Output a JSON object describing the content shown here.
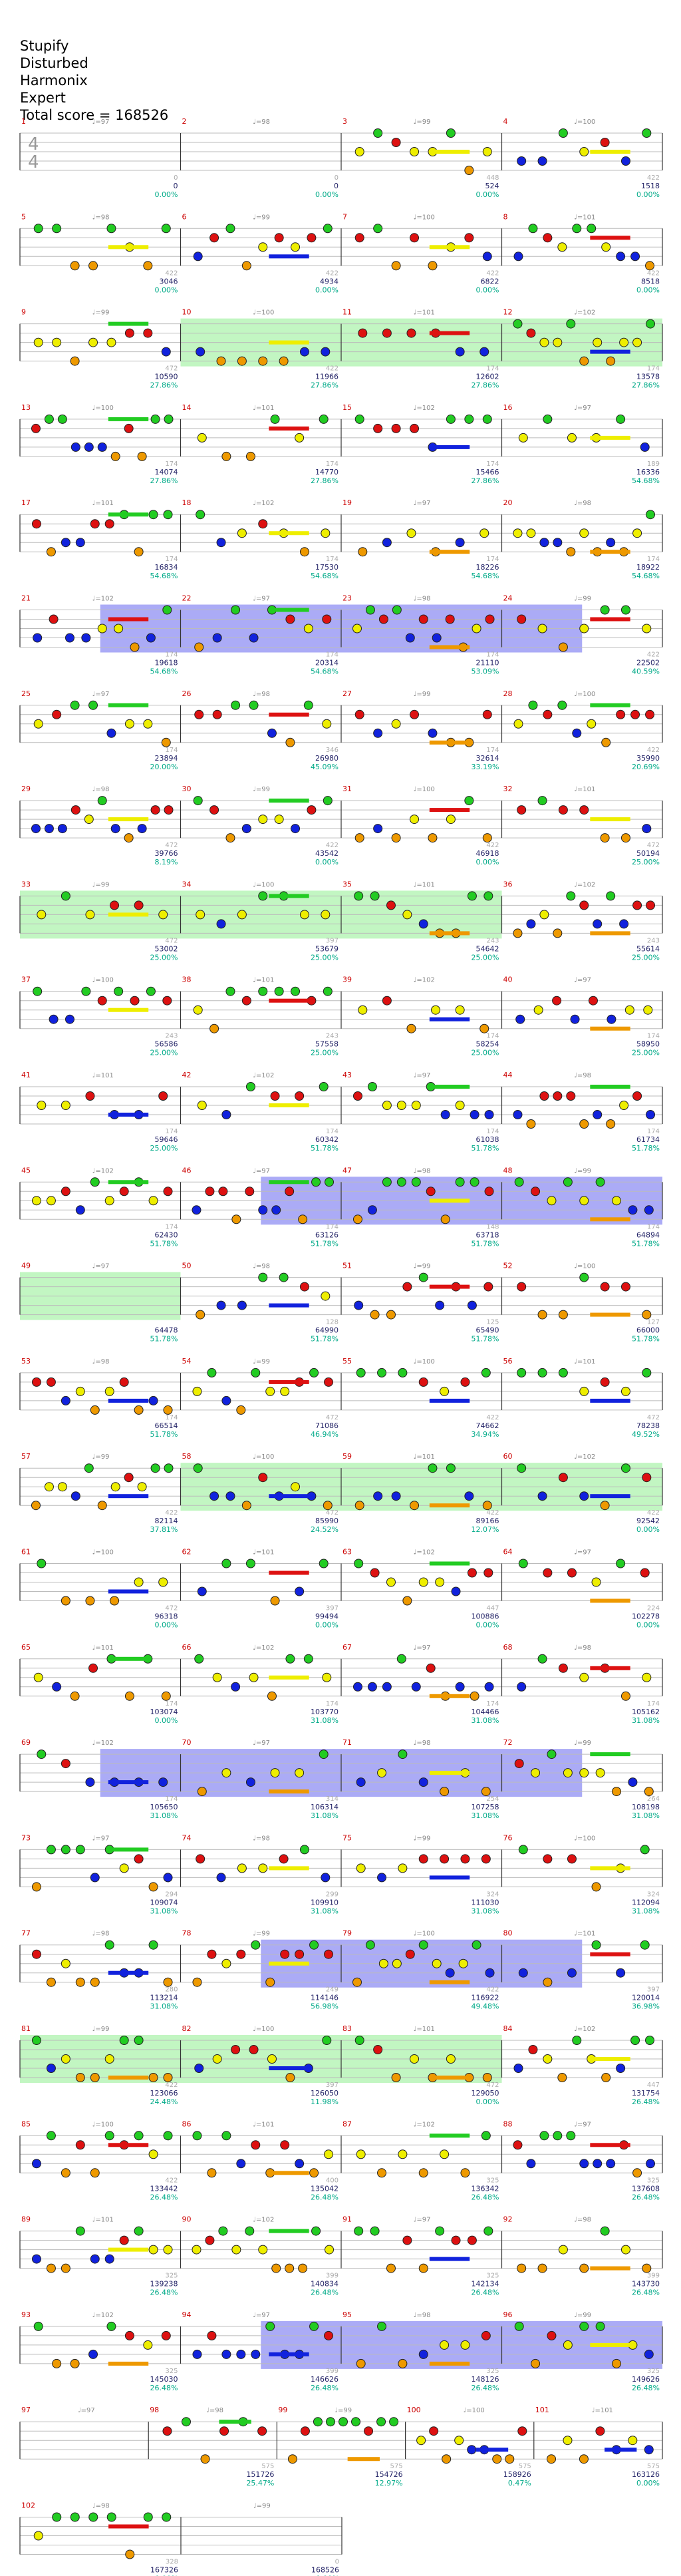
{
  "song": {
    "title": "Stupify",
    "artist": "Disturbed",
    "charter": "Harmonix",
    "difficulty": "Expert",
    "total_score_label": "Total score = 168526"
  },
  "time_signature": [
    "4",
    "4"
  ],
  "colors": {
    "green": "#22cc22",
    "red": "#dd1111",
    "yellow": "#eeee00",
    "blue": "#1122dd",
    "orange": "#ee9900",
    "star_power_phrase": "#90ee90",
    "overdrive_activation": "#6666ee",
    "measure_number": "#cc0000",
    "score_text": "#222266",
    "percent_text": "#00aa88",
    "tempo_text": "#888888"
  },
  "chart_data": {
    "type": "table",
    "rows": [
      {
        "bars": [
          {
            "n": "1",
            "sub": "0",
            "score": "0",
            "pct": "0.00%"
          },
          {
            "n": "2",
            "sub": "0",
            "score": "0",
            "pct": "0.00%"
          },
          {
            "n": "3",
            "sub": "448",
            "score": "524",
            "pct": "0.00%"
          },
          {
            "n": "4",
            "sub": "422",
            "score": "1518",
            "pct": "0.00%"
          }
        ]
      },
      {
        "bars": [
          {
            "n": "5",
            "sub": "422",
            "score": "3046",
            "pct": "0.00%"
          },
          {
            "n": "6",
            "sub": "422",
            "score": "4934",
            "pct": "0.00%"
          },
          {
            "n": "7",
            "sub": "422",
            "score": "6822",
            "pct": "0.00%"
          },
          {
            "n": "8",
            "sub": "422",
            "score": "8518",
            "pct": "0.00%"
          }
        ]
      },
      {
        "bars": [
          {
            "n": "9",
            "sub": "472",
            "score": "10590",
            "pct": "27.86%"
          },
          {
            "n": "10",
            "sub": "422",
            "score": "11966",
            "pct": "27.86%"
          },
          {
            "n": "11",
            "sub": "174",
            "score": "12602",
            "pct": "27.86%"
          },
          {
            "n": "12",
            "sub": "174",
            "score": "13578",
            "pct": "27.86%"
          }
        ]
      },
      {
        "bars": [
          {
            "n": "13",
            "sub": "174",
            "score": "14074",
            "pct": "27.86%"
          },
          {
            "n": "14",
            "sub": "174",
            "score": "14770",
            "pct": "27.86%"
          },
          {
            "n": "15",
            "sub": "174",
            "score": "15466",
            "pct": "27.86%"
          },
          {
            "n": "16",
            "sub": "189",
            "score": "16336",
            "pct": "54.68%"
          }
        ]
      },
      {
        "bars": [
          {
            "n": "17",
            "sub": "174",
            "score": "16834",
            "pct": "54.68%"
          },
          {
            "n": "18",
            "sub": "174",
            "score": "17530",
            "pct": "54.68%"
          },
          {
            "n": "19",
            "sub": "174",
            "score": "18226",
            "pct": "54.68%"
          },
          {
            "n": "20",
            "sub": "174",
            "score": "18922",
            "pct": "54.68%"
          }
        ]
      },
      {
        "bars": [
          {
            "n": "21",
            "sub": "174",
            "score": "19618",
            "pct": "54.68%"
          },
          {
            "n": "22",
            "sub": "174",
            "score": "20314",
            "pct": "54.68%"
          },
          {
            "n": "23",
            "sub": "174",
            "score": "21110",
            "pct": "53.09%"
          },
          {
            "n": "24",
            "sub": "422",
            "score": "22502",
            "pct": "40.59%"
          }
        ]
      },
      {
        "bars": [
          {
            "n": "25",
            "sub": "174",
            "score": "23894",
            "pct": "20.00%"
          },
          {
            "n": "26",
            "sub": "346",
            "score": "26980",
            "pct": "45.09%"
          },
          {
            "n": "27",
            "sub": "174",
            "score": "32614",
            "pct": "33.19%"
          },
          {
            "n": "28",
            "sub": "422",
            "score": "35990",
            "pct": "20.69%"
          }
        ]
      },
      {
        "bars": [
          {
            "n": "29",
            "sub": "472",
            "score": "39766",
            "pct": "8.19%"
          },
          {
            "n": "30",
            "sub": "422",
            "score": "43542",
            "pct": "0.00%"
          },
          {
            "n": "31",
            "sub": "422",
            "score": "46918",
            "pct": "0.00%"
          },
          {
            "n": "32",
            "sub": "472",
            "score": "50194",
            "pct": "25.00%"
          }
        ]
      },
      {
        "bars": [
          {
            "n": "33",
            "sub": "472",
            "score": "53002",
            "pct": "25.00%"
          },
          {
            "n": "34",
            "sub": "397",
            "score": "53679",
            "pct": "25.00%"
          },
          {
            "n": "35",
            "sub": "243",
            "score": "54642",
            "pct": "25.00%"
          },
          {
            "n": "36",
            "sub": "243",
            "score": "55614",
            "pct": "25.00%"
          }
        ]
      },
      {
        "bars": [
          {
            "n": "37",
            "sub": "243",
            "score": "56586",
            "pct": "25.00%"
          },
          {
            "n": "38",
            "sub": "243",
            "score": "57558",
            "pct": "25.00%"
          },
          {
            "n": "39",
            "sub": "174",
            "score": "58254",
            "pct": "25.00%"
          },
          {
            "n": "40",
            "sub": "174",
            "score": "58950",
            "pct": "25.00%"
          }
        ]
      },
      {
        "bars": [
          {
            "n": "41",
            "sub": "174",
            "score": "59646",
            "pct": "25.00%"
          },
          {
            "n": "42",
            "sub": "174",
            "score": "60342",
            "pct": "51.78%"
          },
          {
            "n": "43",
            "sub": "174",
            "score": "61038",
            "pct": "51.78%"
          },
          {
            "n": "44",
            "sub": "174",
            "score": "61734",
            "pct": "51.78%"
          }
        ]
      },
      {
        "bars": [
          {
            "n": "45",
            "sub": "174",
            "score": "62430",
            "pct": "51.78%"
          },
          {
            "n": "46",
            "sub": "174",
            "score": "63126",
            "pct": "51.78%"
          },
          {
            "n": "47",
            "sub": "148",
            "score": "63718",
            "pct": "51.78%"
          },
          {
            "n": "48",
            "sub": "174",
            "score": "64894",
            "pct": "51.78%"
          }
        ]
      },
      {
        "bars": [
          {
            "n": "49",
            "sub": "",
            "score": "64478",
            "pct": "51.78%"
          },
          {
            "n": "50",
            "sub": "128",
            "score": "64990",
            "pct": "51.78%"
          },
          {
            "n": "51",
            "sub": "125",
            "score": "65490",
            "pct": "51.78%"
          },
          {
            "n": "52",
            "sub": "127",
            "score": "66000",
            "pct": "51.78%"
          }
        ]
      },
      {
        "bars": [
          {
            "n": "53",
            "sub": "174",
            "score": "66514",
            "pct": "51.78%"
          },
          {
            "n": "54",
            "sub": "472",
            "score": "71086",
            "pct": "46.94%"
          },
          {
            "n": "55",
            "sub": "422",
            "score": "74662",
            "pct": "34.94%"
          },
          {
            "n": "56",
            "sub": "472",
            "score": "78238",
            "pct": "49.52%"
          }
        ]
      },
      {
        "bars": [
          {
            "n": "57",
            "sub": "422",
            "score": "82114",
            "pct": "37.81%"
          },
          {
            "n": "58",
            "sub": "472",
            "score": "85990",
            "pct": "24.52%"
          },
          {
            "n": "59",
            "sub": "422",
            "score": "89166",
            "pct": "12.07%"
          },
          {
            "n": "60",
            "sub": "422",
            "score": "92542",
            "pct": "0.00%"
          }
        ]
      },
      {
        "bars": [
          {
            "n": "61",
            "sub": "472",
            "score": "96318",
            "pct": "0.00%"
          },
          {
            "n": "62",
            "sub": "397",
            "score": "99494",
            "pct": "0.00%"
          },
          {
            "n": "63",
            "sub": "447",
            "score": "100886",
            "pct": "0.00%"
          },
          {
            "n": "64",
            "sub": "224",
            "score": "102278",
            "pct": "0.00%"
          }
        ]
      },
      {
        "bars": [
          {
            "n": "65",
            "sub": "174",
            "score": "103074",
            "pct": "0.00%"
          },
          {
            "n": "66",
            "sub": "174",
            "score": "103770",
            "pct": "31.08%"
          },
          {
            "n": "67",
            "sub": "174",
            "score": "104466",
            "pct": "31.08%"
          },
          {
            "n": "68",
            "sub": "174",
            "score": "105162",
            "pct": "31.08%"
          }
        ]
      },
      {
        "bars": [
          {
            "n": "69",
            "sub": "174",
            "score": "105650",
            "pct": "31.08%"
          },
          {
            "n": "70",
            "sub": "314",
            "score": "106314",
            "pct": "31.08%"
          },
          {
            "n": "71",
            "sub": "254",
            "score": "107258",
            "pct": "31.08%"
          },
          {
            "n": "72",
            "sub": "264",
            "score": "108198",
            "pct": "31.08%"
          }
        ]
      },
      {
        "bars": [
          {
            "n": "73",
            "sub": "294",
            "score": "109074",
            "pct": "31.08%"
          },
          {
            "n": "74",
            "sub": "299",
            "score": "109910",
            "pct": "31.08%"
          },
          {
            "n": "75",
            "sub": "324",
            "score": "111030",
            "pct": "31.08%"
          },
          {
            "n": "76",
            "sub": "324",
            "score": "112094",
            "pct": "31.08%"
          }
        ]
      },
      {
        "bars": [
          {
            "n": "77",
            "sub": "280",
            "score": "113214",
            "pct": "31.08%"
          },
          {
            "n": "78",
            "sub": "249",
            "score": "114146",
            "pct": "56.98%"
          },
          {
            "n": "79",
            "sub": "422",
            "score": "116922",
            "pct": "49.48%"
          },
          {
            "n": "80",
            "sub": "397",
            "score": "120014",
            "pct": "36.98%"
          }
        ]
      },
      {
        "bars": [
          {
            "n": "81",
            "sub": "422",
            "score": "123066",
            "pct": "24.48%"
          },
          {
            "n": "82",
            "sub": "397",
            "score": "126050",
            "pct": "11.98%"
          },
          {
            "n": "83",
            "sub": "472",
            "score": "129050",
            "pct": "0.00%"
          },
          {
            "n": "84",
            "sub": "447",
            "score": "131754",
            "pct": "26.48%"
          }
        ]
      },
      {
        "bars": [
          {
            "n": "85",
            "sub": "422",
            "score": "133442",
            "pct": "26.48%"
          },
          {
            "n": "86",
            "sub": "400",
            "score": "135042",
            "pct": "26.48%"
          },
          {
            "n": "87",
            "sub": "325",
            "score": "136342",
            "pct": "26.48%"
          },
          {
            "n": "88",
            "sub": "325",
            "score": "137608",
            "pct": "26.48%"
          }
        ]
      },
      {
        "bars": [
          {
            "n": "89",
            "sub": "325",
            "score": "139238",
            "pct": "26.48%"
          },
          {
            "n": "90",
            "sub": "399",
            "score": "140834",
            "pct": "26.48%"
          },
          {
            "n": "91",
            "sub": "325",
            "score": "142134",
            "pct": "26.48%"
          },
          {
            "n": "92",
            "sub": "399",
            "score": "143730",
            "pct": "26.48%"
          }
        ]
      },
      {
        "bars": [
          {
            "n": "93",
            "sub": "325",
            "score": "145030",
            "pct": "26.48%"
          },
          {
            "n": "94",
            "sub": "399",
            "score": "146626",
            "pct": "26.48%"
          },
          {
            "n": "95",
            "sub": "325",
            "score": "148126",
            "pct": "26.48%"
          },
          {
            "n": "96",
            "sub": "325",
            "score": "149626",
            "pct": "26.48%"
          }
        ]
      },
      {
        "bars": [
          {
            "n": "97",
            "sub": "",
            "score": "",
            "pct": ""
          },
          {
            "n": "98",
            "sub": "575",
            "score": "151726",
            "pct": "25.47%"
          },
          {
            "n": "99",
            "sub": "575",
            "score": "154726",
            "pct": "12.97%"
          },
          {
            "n": "100",
            "sub": "575",
            "score": "158926",
            "pct": "0.47%"
          },
          {
            "n": "101",
            "sub": "575",
            "score": "163126",
            "pct": "0.00%"
          }
        ]
      },
      {
        "bars": [
          {
            "n": "102",
            "sub": "328",
            "score": "167326",
            "pct": "0.00%"
          },
          {
            "n": "",
            "sub": "0",
            "score": "168526",
            "pct": "0.00%"
          }
        ]
      }
    ]
  }
}
